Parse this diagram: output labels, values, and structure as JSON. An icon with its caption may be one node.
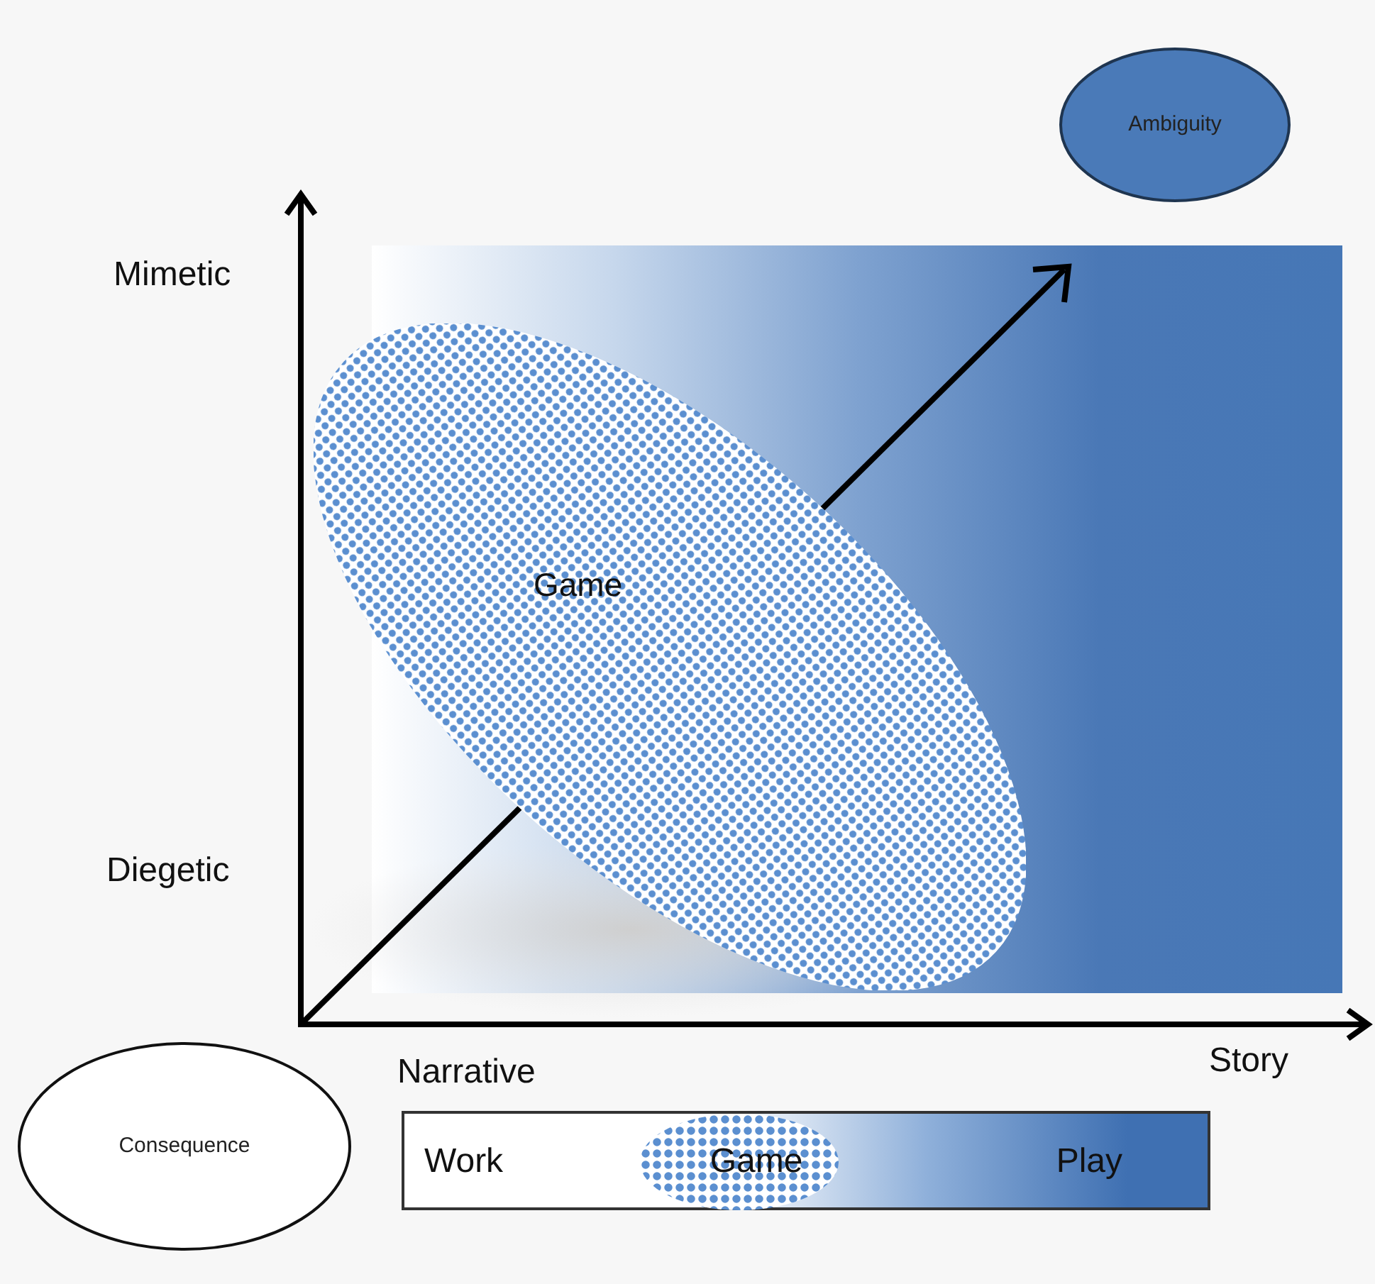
{
  "diagram": {
    "nodes": [
      {
        "text": [
          "Ambiguity"
        ]
      },
      {
        "text": [
          "Game"
        ]
      },
      {
        "text": [
          "Consequence"
        ]
      },
      {
        "text": [
          "Work",
          "Play"
        ]
      },
      {
        "text": [
          "Game"
        ],
        "in": 3
      }
    ],
    "labels": [
      "Mimetic",
      "Diegetic",
      "Narrative",
      "Story"
    ]
  }
}
